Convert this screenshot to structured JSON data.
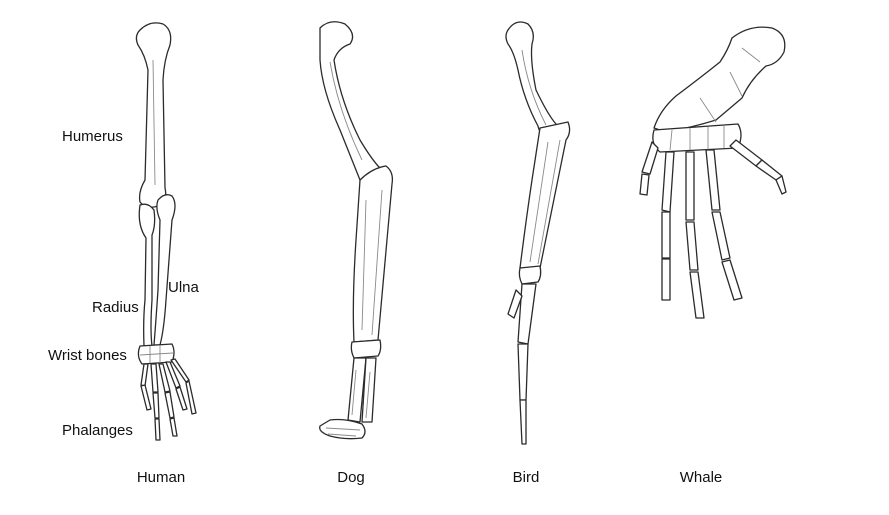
{
  "labels": {
    "humerus": "Humerus",
    "ulna": "Ulna",
    "radius": "Radius",
    "wrist_bones": "Wrist bones",
    "phalanges": "Phalanges"
  },
  "captions": {
    "human": "Human",
    "dog": "Dog",
    "bird": "Bird",
    "whale": "Whale"
  },
  "colors": {
    "outline": "#2b2b2b",
    "bone_fill": "#ffffff",
    "text": "#111111"
  }
}
